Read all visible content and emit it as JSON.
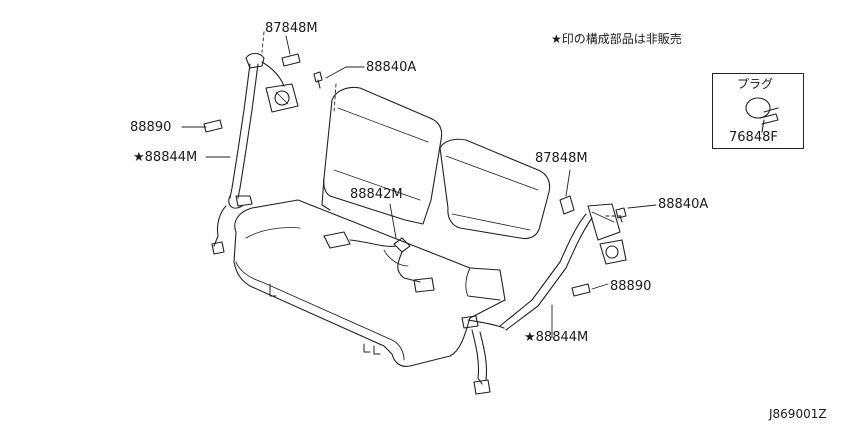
{
  "diagram": {
    "note": "★印の構成部品は非販売",
    "figure_code": "J869001Z",
    "inset": {
      "title": "プラグ",
      "part": "76848F"
    },
    "labels": {
      "upper_left_guide": "87848M",
      "left_bolt": "88840A",
      "left_cover": "88890",
      "left_belt": "★88844M",
      "center_buckle": "88842M",
      "right_guide": "87848M",
      "right_bolt": "88840A",
      "right_cover": "88890",
      "right_belt": "★88844M"
    }
  }
}
